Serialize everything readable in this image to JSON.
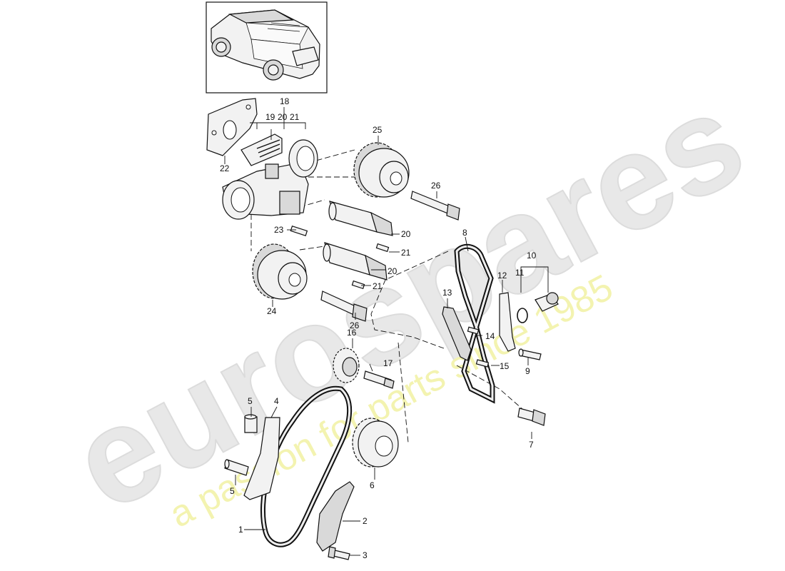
{
  "watermark": {
    "brand": "eurospares",
    "slogan": "a passion for parts since 1985"
  },
  "callouts": {
    "c1": "1",
    "c2": "2",
    "c3": "3",
    "c4": "4",
    "c5a": "5",
    "c5b": "5",
    "c6": "6",
    "c7": "7",
    "c8": "8",
    "c9": "9",
    "c10": "10",
    "c11": "11",
    "c12": "12",
    "c13": "13",
    "c14": "14",
    "c15": "15",
    "c16": "16",
    "c17": "17",
    "c18": "18",
    "c19": "19",
    "c20a": "20",
    "c20b": "20",
    "c20c": "20",
    "c21a": "21",
    "c21b": "21",
    "c21c": "21",
    "c22": "22",
    "c23": "23",
    "c24": "24",
    "c25": "25",
    "c26a": "26",
    "c26b": "26"
  },
  "colors": {
    "line": "#111111",
    "watermark_grey": "#e6e6e6",
    "watermark_yellow": "#f3f3b0"
  },
  "icons": {
    "vehicle": "suv-thumbnail-icon"
  }
}
